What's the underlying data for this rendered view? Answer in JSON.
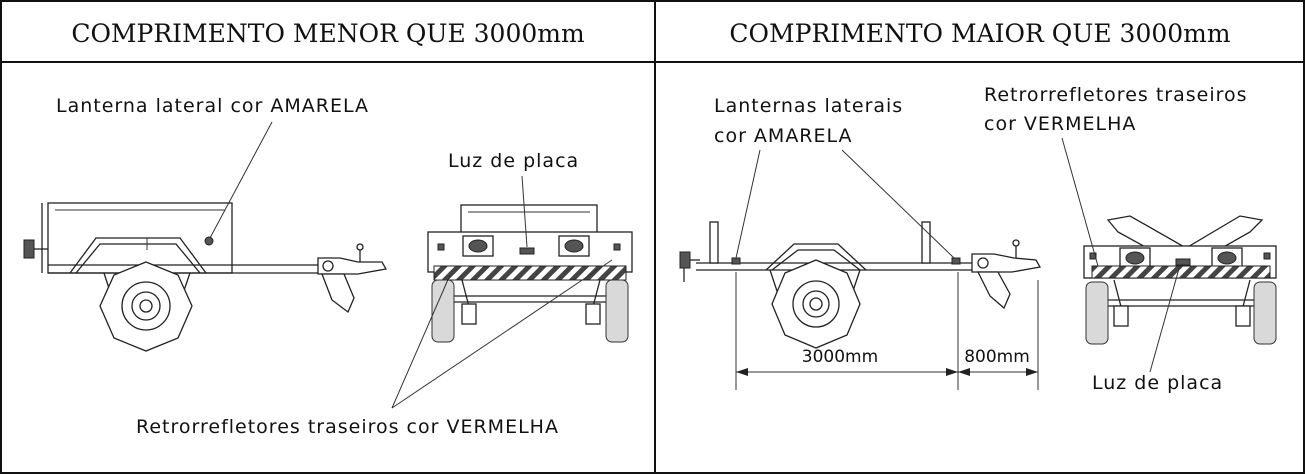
{
  "left_panel": {
    "title": "COMPRIMENTO MENOR QUE 3000mm",
    "label_side_lamp": "Lanterna lateral cor AMARELA",
    "label_plate_light": "Luz de placa",
    "label_reflectors": "Retrorrefletores traseiros cor VERMELHA"
  },
  "right_panel": {
    "title": "COMPRIMENTO MAIOR QUE 3000mm",
    "label_side_lamps_line1": "Lanternas laterais",
    "label_side_lamps_line2": "cor AMARELA",
    "label_reflectors_line1": "Retrorrefletores traseiros",
    "label_reflectors_line2": "cor VERMELHA",
    "label_plate_light": "Luz de placa",
    "dim_length": "3000mm",
    "dim_overhang": "800mm"
  }
}
